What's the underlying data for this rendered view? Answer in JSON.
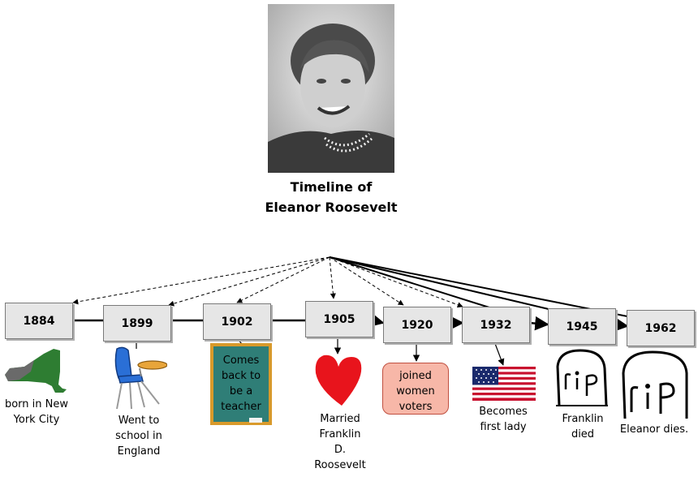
{
  "title_line1": "Timeline of",
  "title_line2": "Eleanor Roosevelt",
  "events": [
    {
      "year": "1884",
      "caption": [
        "born in New",
        "York City"
      ],
      "icon": "new-york-state-icon"
    },
    {
      "year": "1899",
      "caption": [
        "Went to",
        "school in",
        "England"
      ],
      "icon": "school-desk-icon"
    },
    {
      "year": "1902",
      "caption": [
        "Comes",
        "back to",
        "be a",
        "teacher"
      ],
      "icon": "chalkboard-icon"
    },
    {
      "year": "1905",
      "caption": [
        "Married",
        "Franklin",
        "D.",
        "Roosevelt"
      ],
      "icon": "heart-icon"
    },
    {
      "year": "1920",
      "caption": [
        "joined",
        "women",
        "voters"
      ],
      "icon": "note-box"
    },
    {
      "year": "1932",
      "caption": [
        "Becomes",
        "first lady"
      ],
      "icon": "us-flag-icon"
    },
    {
      "year": "1945",
      "caption": [
        "Franklin",
        "died"
      ],
      "icon": "tombstone-icon"
    },
    {
      "year": "1962",
      "caption": [
        "Eleanor dies."
      ],
      "icon": "tombstone-icon"
    }
  ],
  "tombstone_text": "r.i.p",
  "colors": {
    "board_green": "#2f7e77",
    "board_frame": "#d99a2b",
    "note_pink": "#f7b7a8",
    "heart_red": "#e8141c",
    "map_green": "#2e7d32",
    "chair_blue": "#2a6fd6"
  }
}
